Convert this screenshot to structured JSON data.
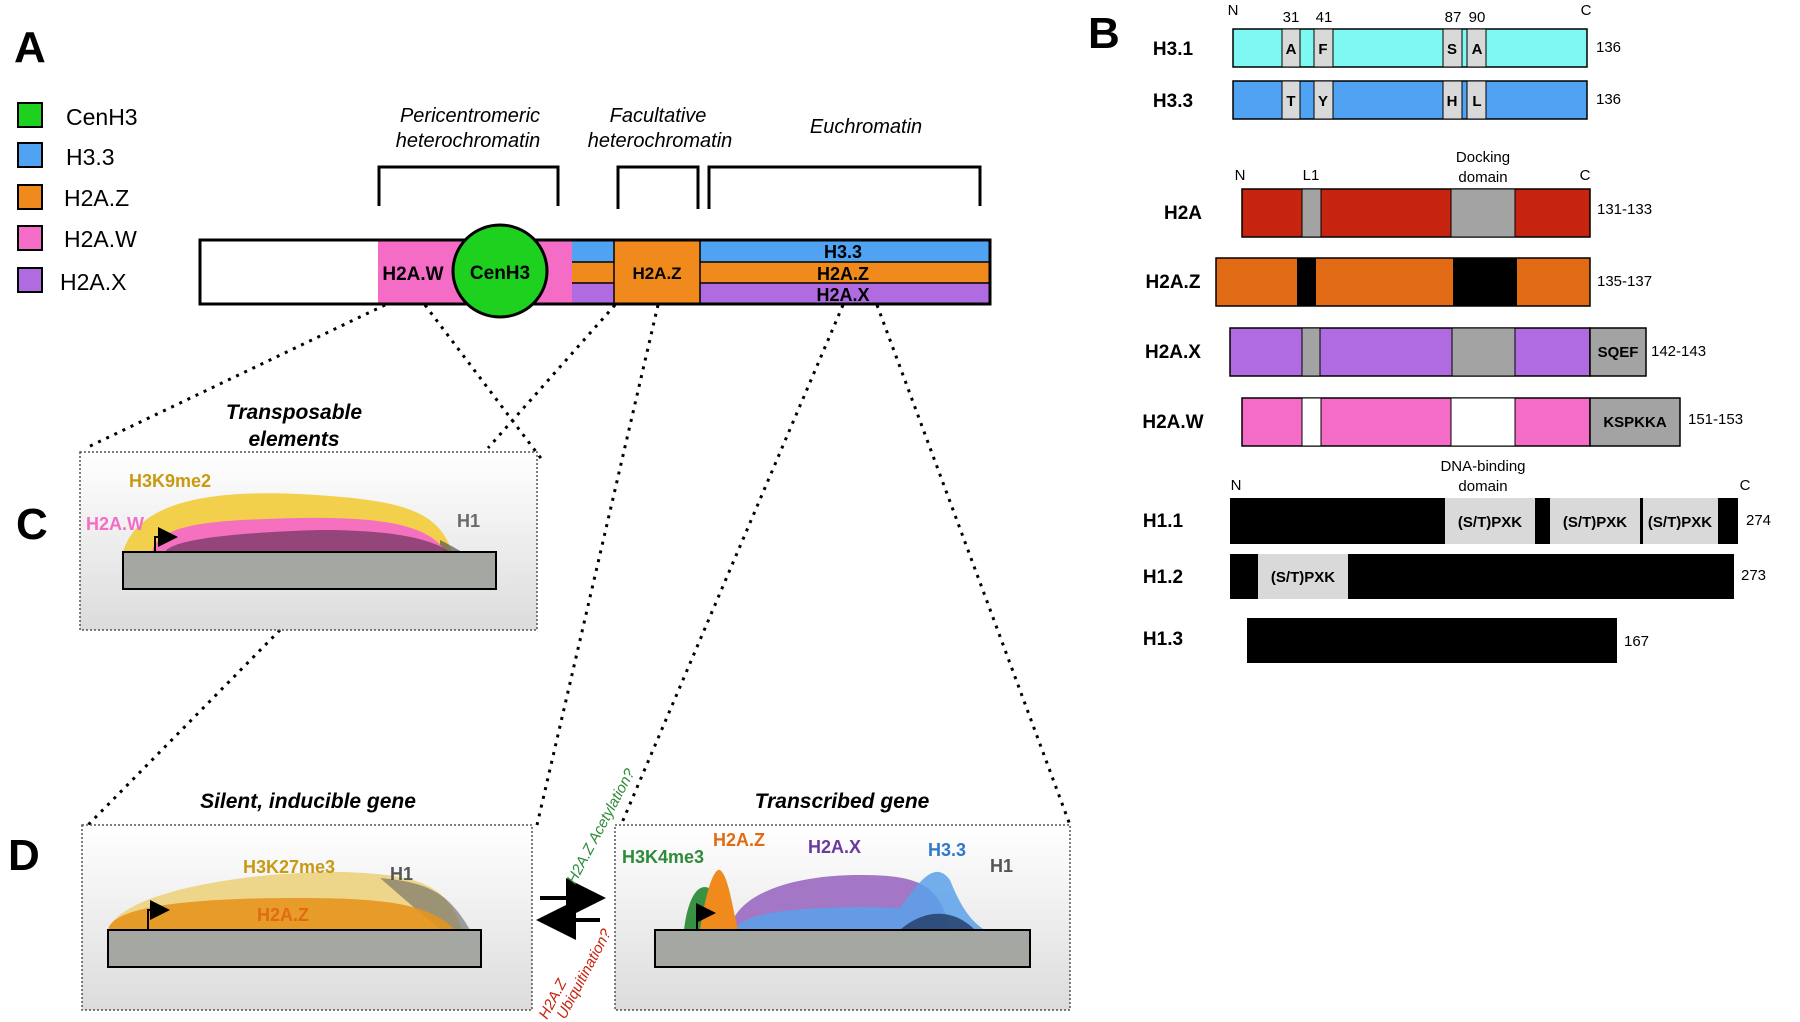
{
  "panels": {
    "a": "A",
    "b": "B",
    "c": "C",
    "d": "D"
  },
  "colors": {
    "cenh3": "#1fd11f",
    "h33": "#4fa3f2",
    "h2az": "#f08a1c",
    "h2aw": "#f46cc6",
    "h2ax": "#b06be0",
    "h31": "#7ff7f2",
    "h2a_red": "#c7240f",
    "h2az_b": "#e06b14",
    "grey": "#a3a3a3",
    "light_grey": "#d9d9d9",
    "h3k9me2": "#f2cc3a",
    "h3k27me3": "#e6b948",
    "h3k4me3": "#2e8b3a"
  },
  "legend": [
    {
      "label": "CenH3",
      "color": "#1fd11f"
    },
    {
      "label": "H3.3",
      "color": "#4fa3f2"
    },
    {
      "label": "H2A.Z",
      "color": "#f08a1c"
    },
    {
      "label": "H2A.W",
      "color": "#f46cc6"
    },
    {
      "label": "H2A.X",
      "color": "#b06be0"
    }
  ],
  "regions": {
    "peri_1": "Pericentromeric",
    "peri_2": "heterochromatin",
    "fac_1": "Facultative",
    "fac_2": "heterochromatin",
    "eu": "Euchromatin"
  },
  "chromosome": {
    "h2aw": "H2A.W",
    "cenh3": "CenH3",
    "h2az": "H2A.Z",
    "h33": "H3.3",
    "h2az_2": "H2A.Z",
    "h2ax": "H2A.X"
  },
  "panel_c": {
    "title_1": "Transposable",
    "title_2": "elements",
    "h3k9me2": "H3K9me2",
    "h2aw": "H2A.W",
    "h1": "H1"
  },
  "panel_d": {
    "silent_title": "Silent, inducible gene",
    "h3k27me3": "H3K27me3",
    "h2az": "H2A.Z",
    "h1": "H1",
    "acetylation": "H2A.Z Acetylation?",
    "ubiquit_1": "H2A.Z",
    "ubiquit_2": "Ubiquitination?",
    "transcribed_title": "Transcribed gene",
    "h3k4me3": "H3K4me3",
    "h2az_2": "H2A.Z",
    "h2ax": "H2A.X",
    "h33": "H3.3",
    "h1_2": "H1"
  },
  "panel_b": {
    "h31": {
      "name": "H3.1",
      "length": "136",
      "residues": [
        "A",
        "F",
        "S",
        "A"
      ]
    },
    "h33": {
      "name": "H3.3",
      "length": "136",
      "residues": [
        "T",
        "Y",
        "H",
        "L"
      ]
    },
    "h3_positions": [
      "31",
      "41",
      "87",
      "90"
    ],
    "n": "N",
    "c": "C",
    "l1": "L1",
    "docking_1": "Docking",
    "docking_2": "domain",
    "h2a": {
      "name": "H2A",
      "length": "131-133"
    },
    "h2az": {
      "name": "H2A.Z",
      "length": "135-137"
    },
    "h2ax": {
      "name": "H2A.X",
      "length": "142-143",
      "motif": "SQEF"
    },
    "h2aw": {
      "name": "H2A.W",
      "length": "151-153",
      "motif": "KSPKKA"
    },
    "dna_1": "DNA-binding",
    "dna_2": "domain",
    "h11": {
      "name": "H1.1",
      "length": "274",
      "motifs": [
        "(S/T)PXK",
        "(S/T)PXK",
        "(S/T)PXK"
      ]
    },
    "h12": {
      "name": "H1.2",
      "length": "273",
      "motif": "(S/T)PXK"
    },
    "h13": {
      "name": "H1.3",
      "length": "167"
    }
  }
}
